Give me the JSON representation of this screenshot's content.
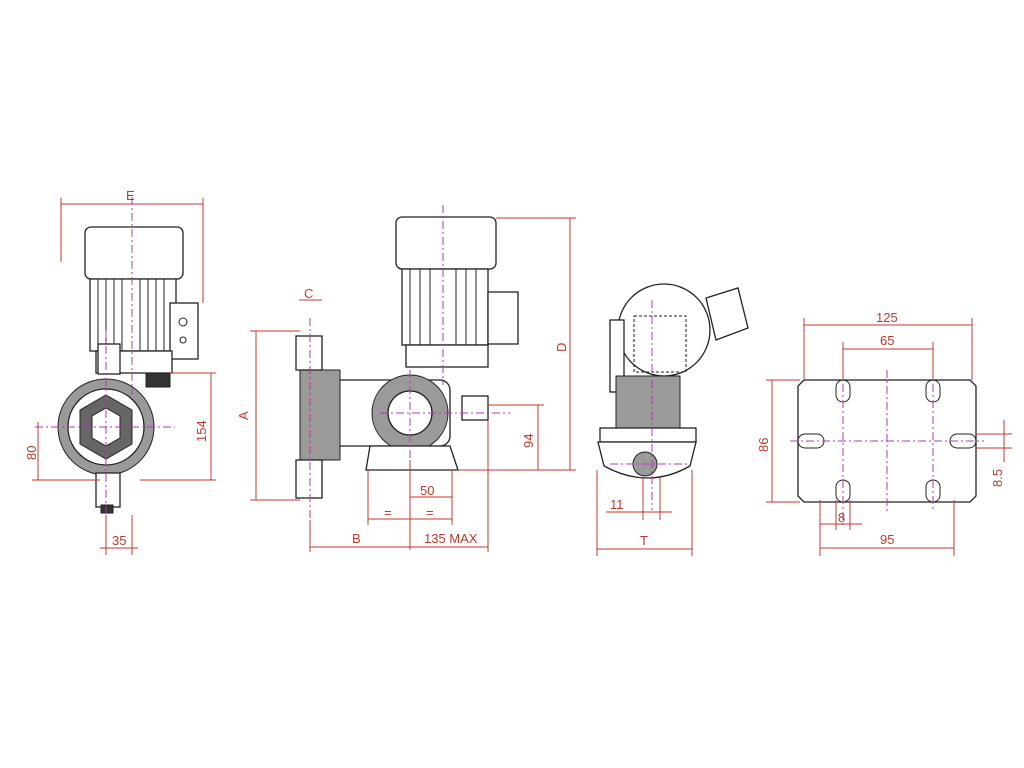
{
  "colors": {
    "dimension": "#c0392b",
    "axis": "#b03ab0",
    "ink": "#222222"
  },
  "dims": {
    "E": "E",
    "h80": "80",
    "h154": "154",
    "w35": "35",
    "C": "C",
    "A": "A",
    "D": "D",
    "h94": "94",
    "w50": "50",
    "eq1": "=",
    "eq2": "=",
    "B": "B",
    "max135": "135 MAX",
    "w11": "11",
    "T": "T",
    "w125": "125",
    "w65": "65",
    "h86": "86",
    "h85": "8.5",
    "w8": "8",
    "w95": "95"
  }
}
